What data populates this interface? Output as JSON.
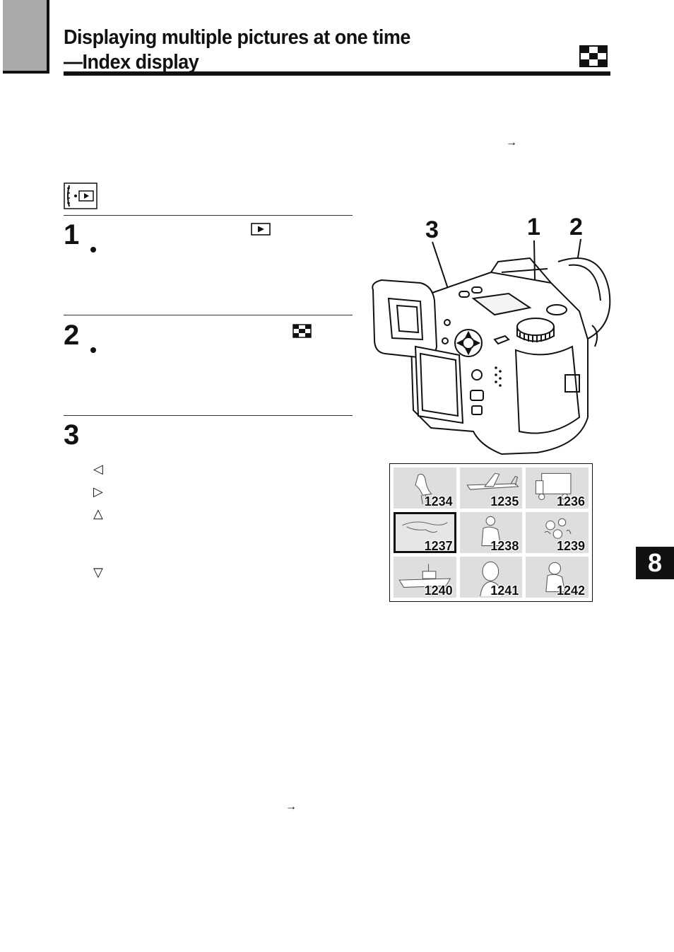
{
  "header": {
    "title_line1": "Displaying multiple pictures at one time",
    "title_line2": "—Index display",
    "icon": "index-display-icon"
  },
  "steps": [
    {
      "number": "1",
      "icon": "playback-icon"
    },
    {
      "number": "2",
      "icon": "index-display-icon"
    },
    {
      "number": "3"
    }
  ],
  "arrow_buttons": [
    "◁",
    "▷",
    "△",
    "▽"
  ],
  "arrows": {
    "glyph": "→"
  },
  "callouts": {
    "c3": "3",
    "c1": "1",
    "c2": "2"
  },
  "index_grid": {
    "selected_frame": "1237",
    "frames": [
      "1234",
      "1235",
      "1236",
      "1237",
      "1238",
      "1239",
      "1240",
      "1241",
      "1242"
    ]
  },
  "chapter_tab": "8"
}
